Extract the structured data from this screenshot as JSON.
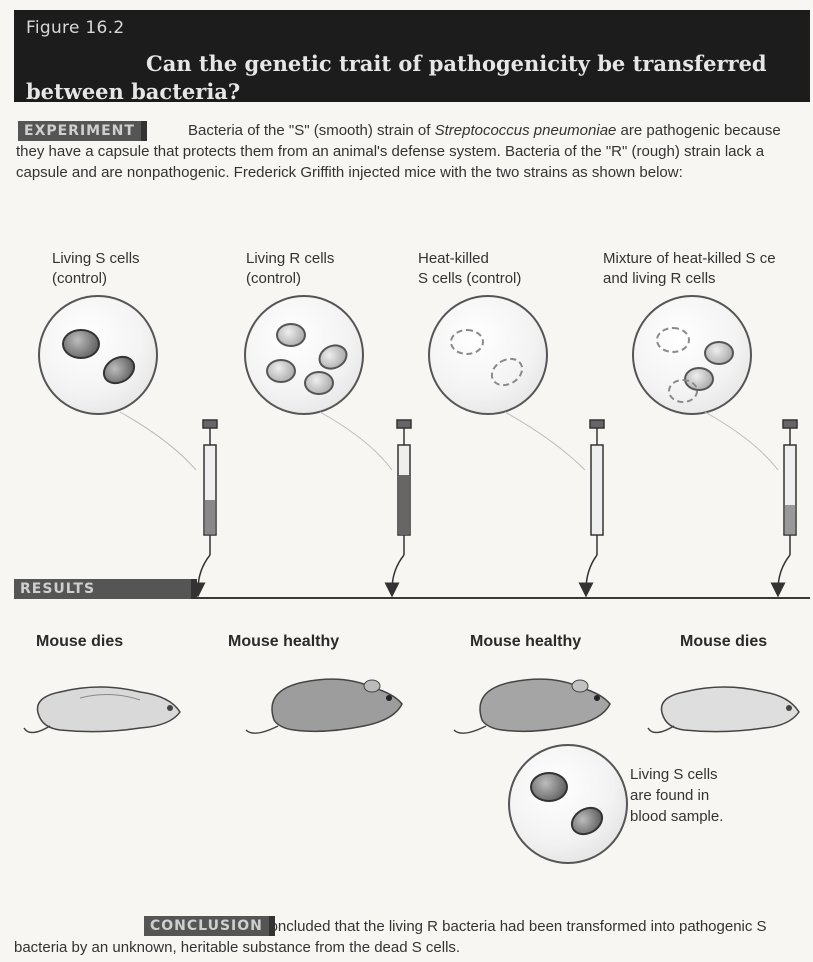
{
  "figure": {
    "label": "Figure 16.2",
    "title": "Can the genetic trait of pathogenicity be transferred between bacteria?"
  },
  "experiment": {
    "tag": "EXPERIMENT",
    "text_part1": "Bacteria of the \"S\" (smooth) strain of ",
    "species": "Streptococcus pneumoniae",
    "text_part2": " are pathogenic because they have a capsule that protects them from an animal's defense system. Bacteria of the \"R\" (rough) strain lack a capsule and are nonpathogenic. Frederick Griffith injected mice with the two strains as shown below:"
  },
  "panels": [
    {
      "line1": "Living S cells",
      "line2": "(control)",
      "outcome": "Mouse dies"
    },
    {
      "line1": "Living R cells",
      "line2": "(control)",
      "outcome": "Mouse healthy"
    },
    {
      "line1": "Heat-killed",
      "line2": "S cells (control)",
      "outcome": "Mouse healthy"
    },
    {
      "line1": "Mixture of heat-killed S ce",
      "line2": "and living R cells",
      "outcome": "Mouse dies"
    }
  ],
  "results": {
    "tag": "RESULTS",
    "blood_caption": [
      "Living S cells",
      "are found in",
      "blood sample."
    ]
  },
  "conclusion": {
    "tag": "CONCLUSION",
    "text": "Griffith concluded that the living R bacteria had been transformed into pathogenic S bacteria by an unknown, heritable substance from the dead S cells."
  }
}
